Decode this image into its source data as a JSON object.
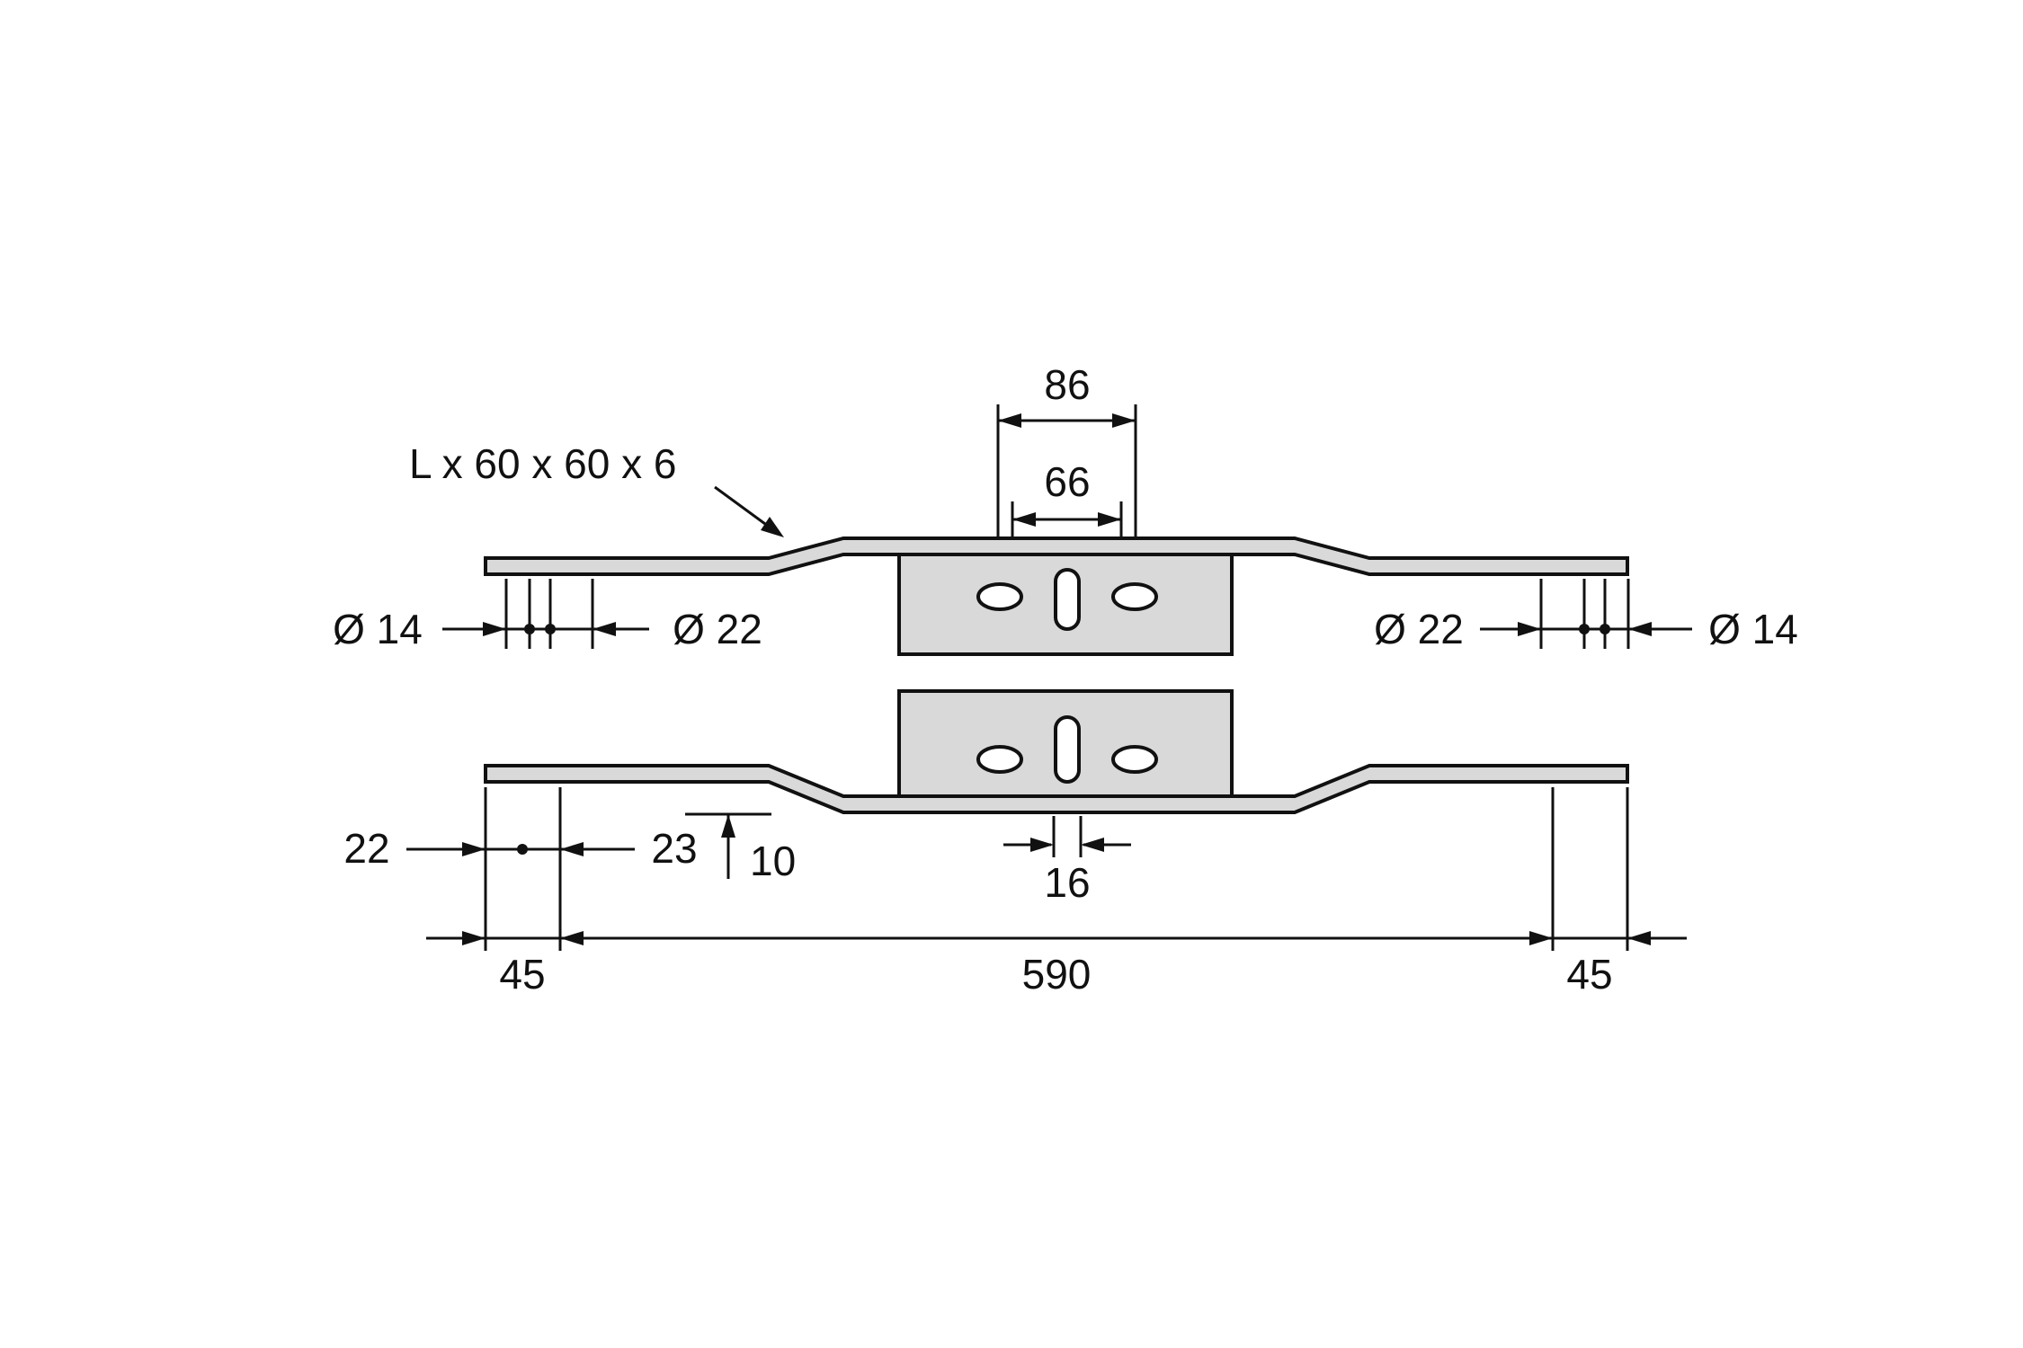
{
  "drawing": {
    "profile_label": "L x 60 x 60 x 6",
    "top_view": {
      "dim_86": "86",
      "dim_66": "66",
      "dia_left_outer": "Ø 14",
      "dia_left_inner": "Ø 22",
      "dia_right_inner": "Ø 22",
      "dia_right_outer": "Ø 14"
    },
    "side_view": {
      "dim_22": "22",
      "dim_23": "23",
      "dim_10": "10",
      "dim_16": "16",
      "dim_45_left": "45",
      "dim_590": "590",
      "dim_45_right": "45"
    },
    "colors": {
      "line": "#111111",
      "fill": "#d9d9d9",
      "background": "#ffffff"
    }
  }
}
